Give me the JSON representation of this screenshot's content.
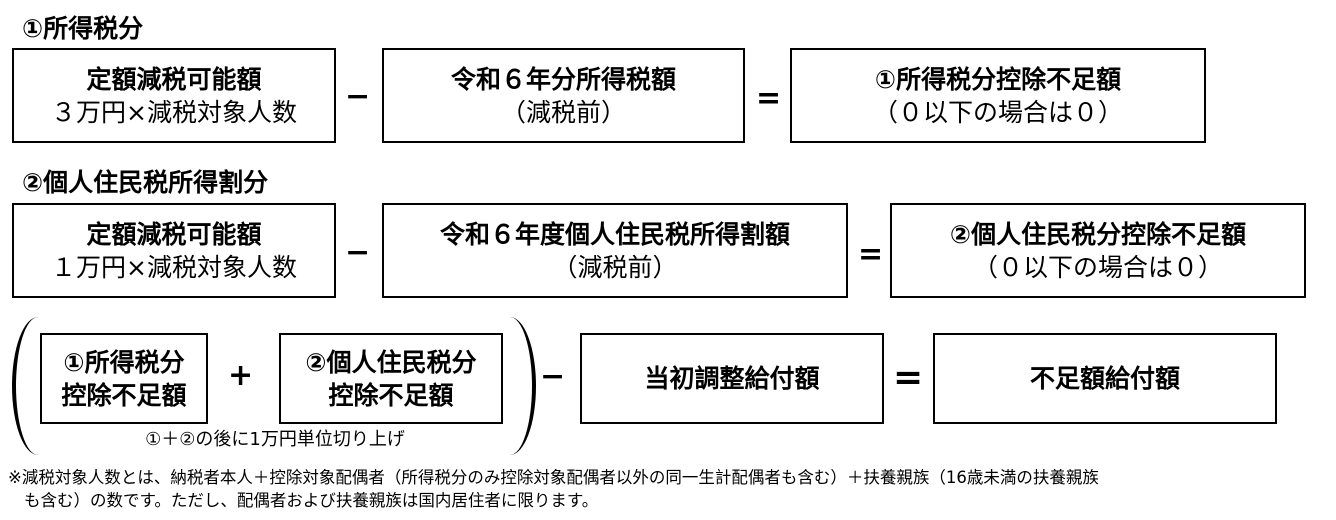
{
  "section1": {
    "heading": "①所得税分",
    "box_a": {
      "line1": "定額減税可能額",
      "line2": "３万円×減税対象人数"
    },
    "op_minus": "−",
    "box_b": {
      "line1": "令和６年分所得税額",
      "line2": "（減税前）"
    },
    "op_equals": "=",
    "box_c": {
      "line1": "①所得税分控除不足額",
      "line2": "（０以下の場合は０）"
    }
  },
  "section2": {
    "heading": "②個人住民税所得割分",
    "box_a": {
      "line1": "定額減税可能額",
      "line2": "１万円×減税対象人数"
    },
    "op_minus": "−",
    "box_b": {
      "line1": "令和６年度個人住民税所得割額",
      "line2": "（減税前）"
    },
    "op_equals": "=",
    "box_c": {
      "line1": "②個人住民税分控除不足額",
      "line2": "（０以下の場合は０）"
    }
  },
  "section3": {
    "box_a": {
      "line1": "①所得税分",
      "line2": "控除不足額"
    },
    "op_plus": "+",
    "box_b": {
      "line1": "②個人住民税分",
      "line2": "控除不足額"
    },
    "rounding_note": "①＋②の後に1万円単位切り上げ",
    "op_minus": "−",
    "box_c": {
      "line1": "当初調整給付額"
    },
    "op_equals": "=",
    "box_d": {
      "line1": "不足額給付額"
    }
  },
  "footnote": {
    "line1": "※減税対象人数とは、納税者本人＋控除対象配偶者（所得税分のみ控除対象配偶者以外の同一生計配偶者も含む）＋扶養親族（16歳未満の扶養親族",
    "line2": "も含む）の数です。ただし、配偶者および扶養親族は国内居住者に限ります。"
  }
}
